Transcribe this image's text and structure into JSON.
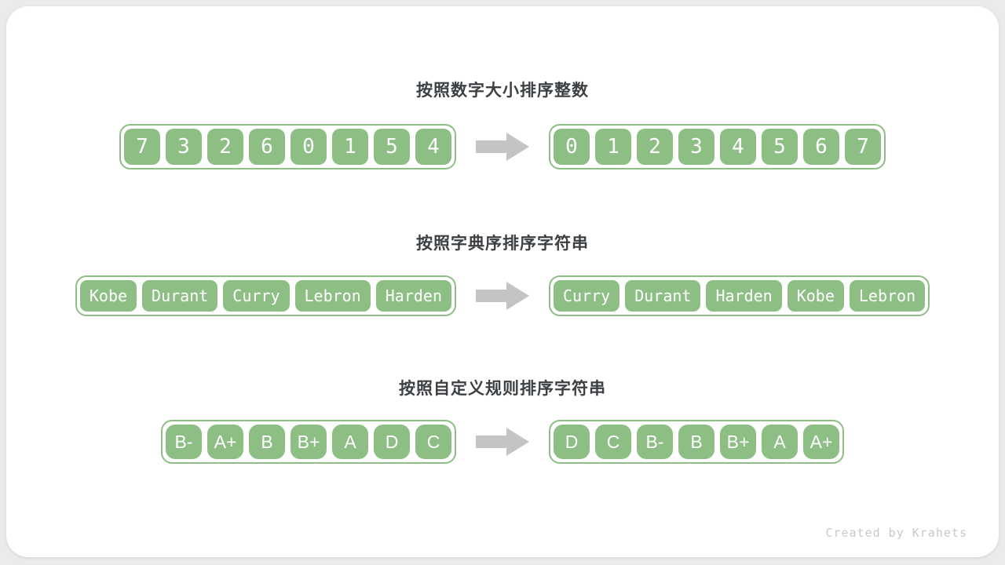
{
  "page": {
    "watermark": "Created by Krahets"
  },
  "colors": {
    "cell_green": "#8dbf85",
    "arrow_gray": "#c4c4c4",
    "title_text": "#3c4043",
    "watermark_text": "#c9c9c9",
    "page_background": "#ebebeb",
    "card_background": "#ffffff"
  },
  "sections": [
    {
      "title": "按照数字大小排序整数",
      "before": [
        "7",
        "3",
        "2",
        "6",
        "0",
        "1",
        "5",
        "4"
      ],
      "after": [
        "0",
        "1",
        "2",
        "3",
        "4",
        "5",
        "6",
        "7"
      ]
    },
    {
      "title": "按照字典序排序字符串",
      "before": [
        "Kobe",
        "Durant",
        "Curry",
        "Lebron",
        "Harden"
      ],
      "after": [
        "Curry",
        "Durant",
        "Harden",
        "Kobe",
        "Lebron"
      ]
    },
    {
      "title": "按照自定义规则排序字符串",
      "before": [
        "B-",
        "A+",
        "B",
        "B+",
        "A",
        "D",
        "C"
      ],
      "after": [
        "D",
        "C",
        "B-",
        "B",
        "B+",
        "A",
        "A+"
      ]
    }
  ]
}
